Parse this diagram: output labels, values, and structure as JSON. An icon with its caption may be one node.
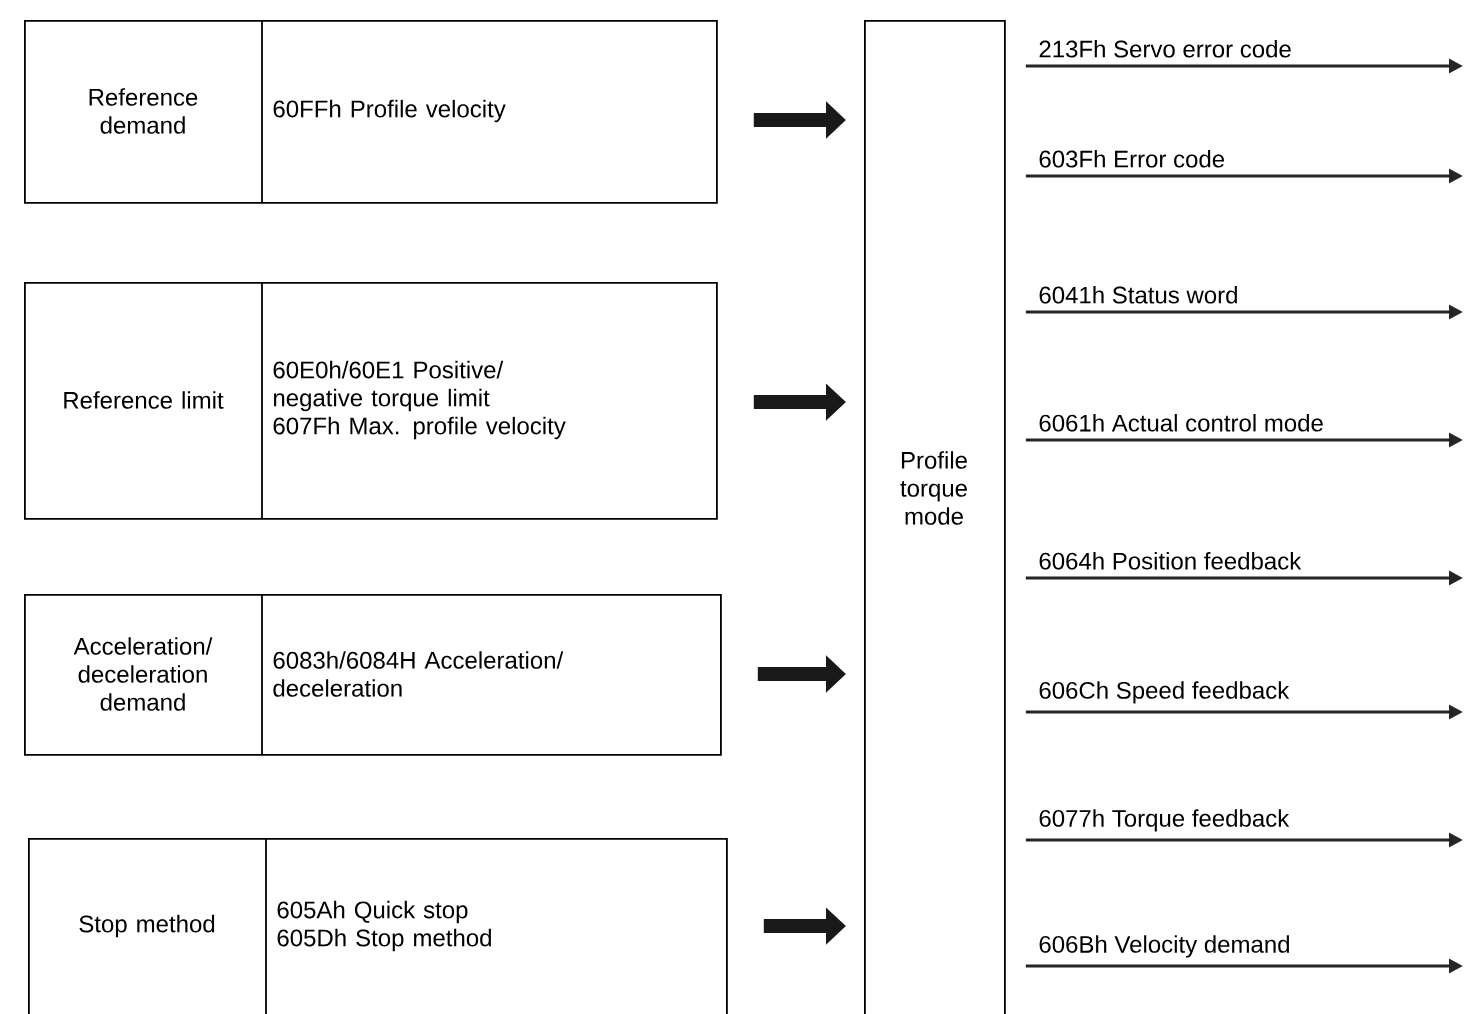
{
  "diagram": {
    "nodes": [
      {
        "text": [
          "Reference demand",
          "60FFh Profile velocity"
        ]
      },
      {
        "text": [
          "Reference limit",
          "60E0h/60E1 Positive/ negative torque limit",
          "607Fh Max. profile velocity"
        ]
      },
      {
        "text": [
          "Acceleration/ deceleration demand",
          "6083h/6084H Acceleration/ deceleration"
        ]
      },
      {
        "text": [
          "Stop method",
          "605Ah Quick stop",
          "605Dh Stop method"
        ]
      },
      {
        "text": [
          "Profile torque mode"
        ]
      }
    ],
    "edges": [
      {
        "from": 0,
        "to": 4,
        "arrow": "to",
        "style": "thick"
      },
      {
        "from": 1,
        "to": 4,
        "arrow": "to",
        "style": "thick"
      },
      {
        "from": 2,
        "to": 4,
        "arrow": "to",
        "style": "thick"
      },
      {
        "from": 3,
        "to": 4,
        "arrow": "to",
        "style": "thick"
      },
      {
        "from": 4,
        "to": null,
        "arrow": "to",
        "label": "213Fh Servo error code"
      },
      {
        "from": 4,
        "to": null,
        "arrow": "to",
        "label": "603Fh Error code"
      },
      {
        "from": 4,
        "to": null,
        "arrow": "to",
        "label": "6041h Status word"
      },
      {
        "from": 4,
        "to": null,
        "arrow": "to",
        "label": "6061h Actual control mode"
      },
      {
        "from": 4,
        "to": null,
        "arrow": "to",
        "label": "6064h Position feedback"
      },
      {
        "from": 4,
        "to": null,
        "arrow": "to",
        "label": "606Ch Speed feedback"
      },
      {
        "from": 4,
        "to": null,
        "arrow": "to",
        "label": "6077h Torque feedback"
      },
      {
        "from": 4,
        "to": null,
        "arrow": "to",
        "label": "606Bh Velocity demand"
      }
    ]
  }
}
